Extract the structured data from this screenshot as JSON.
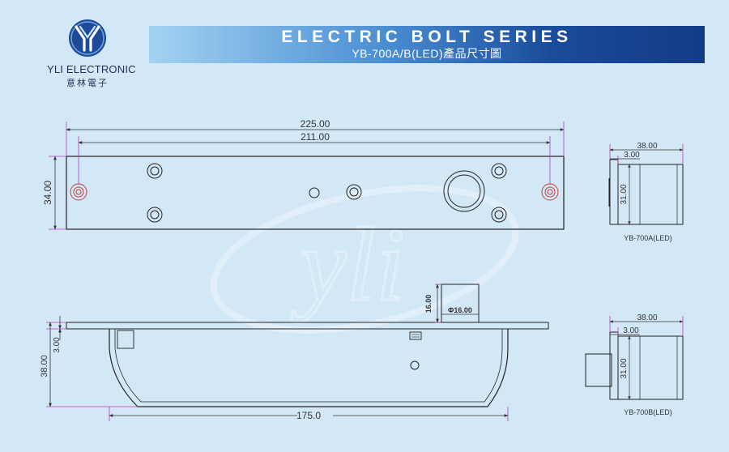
{
  "brand": {
    "name": "YLI ELECTRONIC",
    "name_cn": "意林電子",
    "logo_letters": "Y",
    "watermark_text": "yli",
    "colors": {
      "logo_blue": "#1e4a9a",
      "text_dark": "#1e2f55"
    }
  },
  "header": {
    "title": "ELECTRIC BOLT SERIES",
    "subtitle": "YB-700A/B(LED)產品尺寸圖"
  },
  "top_view": {
    "overall_length": "225.00",
    "hole_spacing": "211.00",
    "width": "34.00"
  },
  "side_view": {
    "bolt_length": "16.00",
    "bolt_diameter": "Φ16.00",
    "plate_thickness": "3.00",
    "body_height": "38.00",
    "body_length": "175.0"
  },
  "end_view_a": {
    "label": "YB-700A(LED)",
    "depth": "38.00",
    "plate": "3.00",
    "height": "31.00"
  },
  "end_view_b": {
    "label": "YB-700B(LED)",
    "depth": "38.00",
    "plate": "3.00",
    "height": "31.00"
  }
}
